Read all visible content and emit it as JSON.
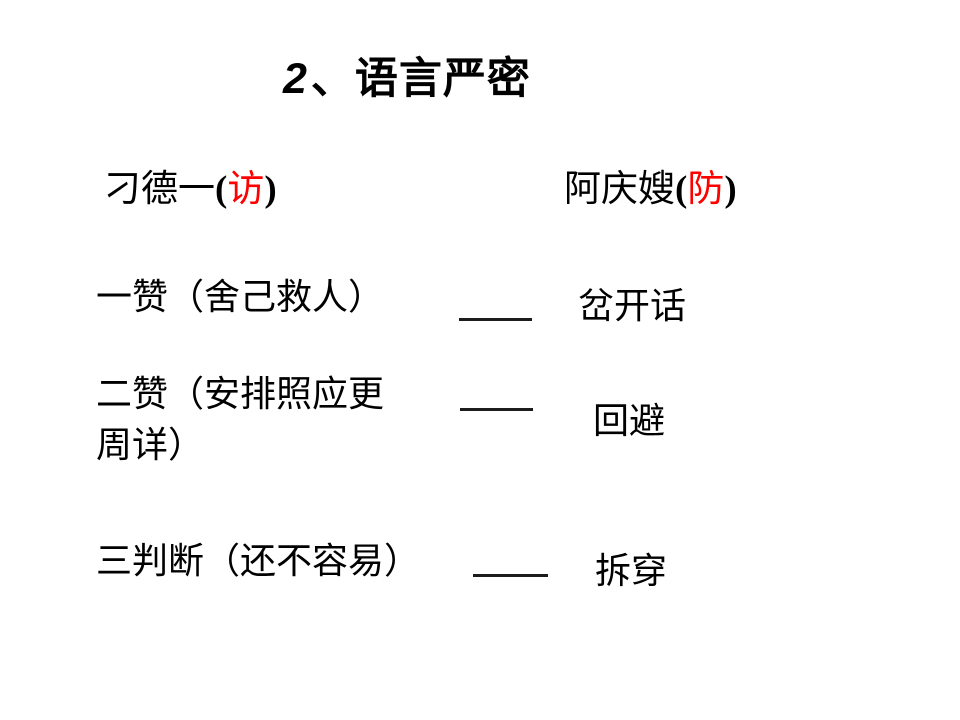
{
  "slide": {
    "title": {
      "number": "2",
      "rest": "、语言严密"
    },
    "headers": {
      "left": {
        "name": "刁德一",
        "open": "(",
        "mark": "访",
        "close": ")"
      },
      "right": {
        "name": "阿庆嫂",
        "open": "(",
        "mark": "防",
        "close": ")"
      }
    },
    "rows": [
      {
        "left_line1": "一赞（舍己救人）",
        "left_line2": "",
        "right": "岔开话"
      },
      {
        "left_line1": "二赞（安排照应更",
        "left_line2": "周详）",
        "right": "回避"
      },
      {
        "left_line1": "三判断（还不容易）",
        "left_line2": "",
        "right": "拆穿"
      }
    ],
    "colors": {
      "highlight_red": "#ff0000",
      "text_black": "#000000",
      "background": "#ffffff"
    }
  }
}
